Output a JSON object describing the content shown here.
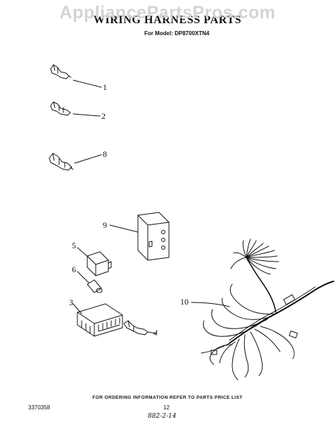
{
  "watermark": "AppliancePartsPros.com",
  "title": "WIRING HARNESS PARTS",
  "model_line": "For Model: DP8700XTN4",
  "callouts": [
    "1",
    "2",
    "8",
    "9",
    "5",
    "6",
    "3",
    "4",
    "10"
  ],
  "footer": {
    "ordering_note": "FOR ORDERING INFORMATION REFER TO PARTS PRICE LIST",
    "doc_number": "3370358",
    "page_number": "12",
    "handwritten": "882-2-14"
  },
  "colors": {
    "ink": "#111111",
    "watermark": "#d4d4d4",
    "paper": "#ffffff"
  }
}
